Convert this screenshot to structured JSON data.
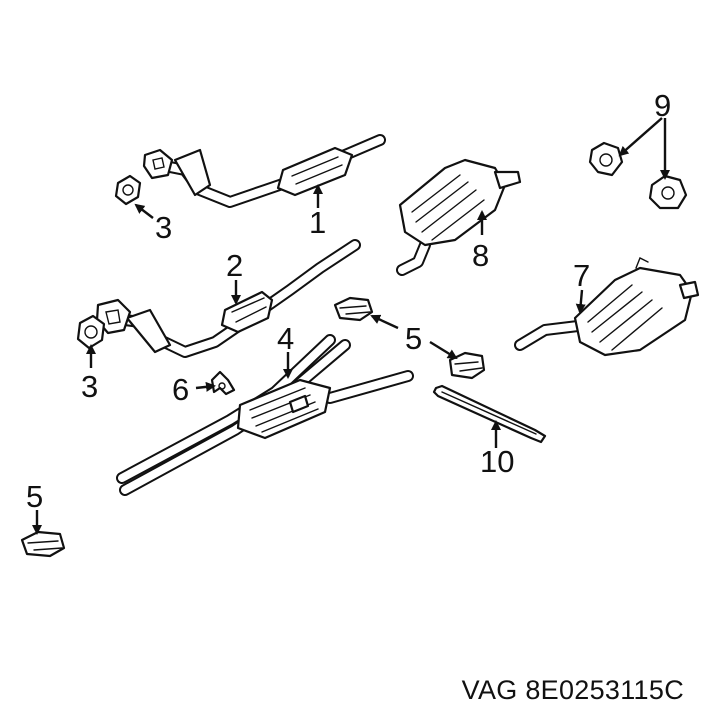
{
  "callouts": {
    "c1": "1",
    "c2": "2",
    "c3a": "3",
    "c3b": "3",
    "c4": "4",
    "c5a": "5",
    "c5b": "5",
    "c6": "6",
    "c7": "7",
    "c8": "8",
    "c9": "9",
    "c10": "10"
  },
  "caption": "VAG 8E0253115C"
}
